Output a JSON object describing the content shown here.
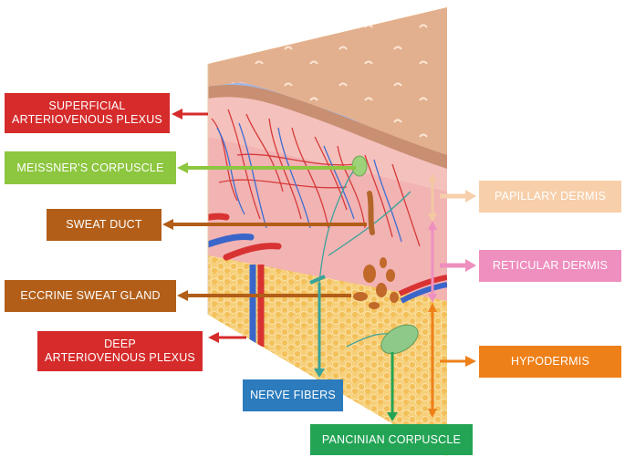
{
  "labels": {
    "superficial_plexus": "SUPERFICIAL\nARTERIOVENOUS PLEXUS",
    "meissner": "MEISSNER'S CORPUSCLE",
    "sweat_duct": "SWEAT DUCT",
    "eccrine_gland": "ECCRINE SWEAT GLAND",
    "deep_plexus": "DEEP\nARTERIOVENOUS PLEXUS",
    "nerve_fibers": "NERVE FIBERS",
    "pacinian": "PANCINIAN CORPUSCLE",
    "papillary_dermis": "PAPILLARY DERMIS",
    "reticular_dermis": "RETICULAR DERMIS",
    "hypodermis": "HYPODERMIS"
  },
  "colors": {
    "red": "#d62b2b",
    "green": "#8dc63f",
    "brown": "#b25e18",
    "blue": "#2b7bbd",
    "bright_green": "#23a455",
    "peach": "#f7cfaa",
    "pink": "#ee8fbf",
    "orange": "#ee8019"
  }
}
